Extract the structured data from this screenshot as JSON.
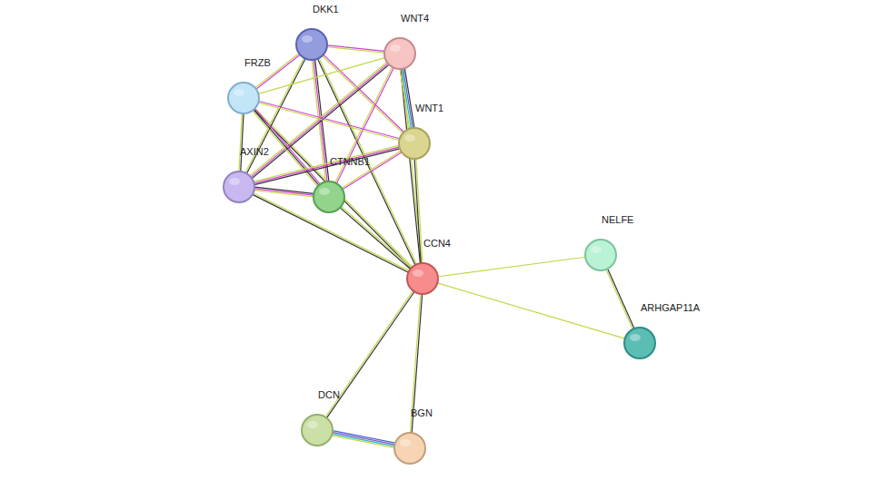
{
  "diagram": {
    "nodes": [
      {
        "text": [
          "DKK1"
        ]
      },
      {
        "text": [
          "WNT4"
        ]
      },
      {
        "text": [
          "FRZB"
        ]
      },
      {
        "text": [
          "WNT1"
        ]
      },
      {
        "text": [
          "AXIN2"
        ]
      },
      {
        "text": [
          "CTNNB1"
        ]
      },
      {
        "text": [
          "NELFE"
        ]
      },
      {
        "text": [
          "CCN4"
        ]
      },
      {
        "text": [
          "ARHGAP11A"
        ]
      },
      {
        "text": [
          "DCN"
        ]
      },
      {
        "text": [
          "BGN"
        ]
      }
    ],
    "edges": [
      {
        "from": 7,
        "to": 0,
        "arrow": "none"
      },
      {
        "from": 7,
        "to": 1,
        "arrow": "none"
      },
      {
        "from": 7,
        "to": 2,
        "arrow": "none"
      },
      {
        "from": 7,
        "to": 3,
        "arrow": "none"
      },
      {
        "from": 7,
        "to": 4,
        "arrow": "none"
      },
      {
        "from": 7,
        "to": 5,
        "arrow": "none"
      },
      {
        "from": 7,
        "to": 6,
        "arrow": "none"
      },
      {
        "from": 7,
        "to": 8,
        "arrow": "none"
      },
      {
        "from": 7,
        "to": 9,
        "arrow": "none"
      },
      {
        "from": 7,
        "to": 10,
        "arrow": "none"
      },
      {
        "from": 0,
        "to": 1,
        "arrow": "none"
      },
      {
        "from": 0,
        "to": 2,
        "arrow": "none"
      },
      {
        "from": 0,
        "to": 3,
        "arrow": "none"
      },
      {
        "from": 0,
        "to": 4,
        "arrow": "none"
      },
      {
        "from": 0,
        "to": 5,
        "arrow": "none"
      },
      {
        "from": 1,
        "to": 2,
        "arrow": "none"
      },
      {
        "from": 1,
        "to": 3,
        "arrow": "none"
      },
      {
        "from": 1,
        "to": 4,
        "arrow": "none"
      },
      {
        "from": 1,
        "to": 5,
        "arrow": "none"
      },
      {
        "from": 2,
        "to": 3,
        "arrow": "none"
      },
      {
        "from": 2,
        "to": 4,
        "arrow": "none"
      },
      {
        "from": 2,
        "to": 5,
        "arrow": "none"
      },
      {
        "from": 3,
        "to": 4,
        "arrow": "none"
      },
      {
        "from": 3,
        "to": 5,
        "arrow": "none"
      },
      {
        "from": 4,
        "to": 5,
        "arrow": "none"
      },
      {
        "from": 6,
        "to": 8,
        "arrow": "none"
      },
      {
        "from": 9,
        "to": 10,
        "arrow": "none"
      }
    ]
  }
}
